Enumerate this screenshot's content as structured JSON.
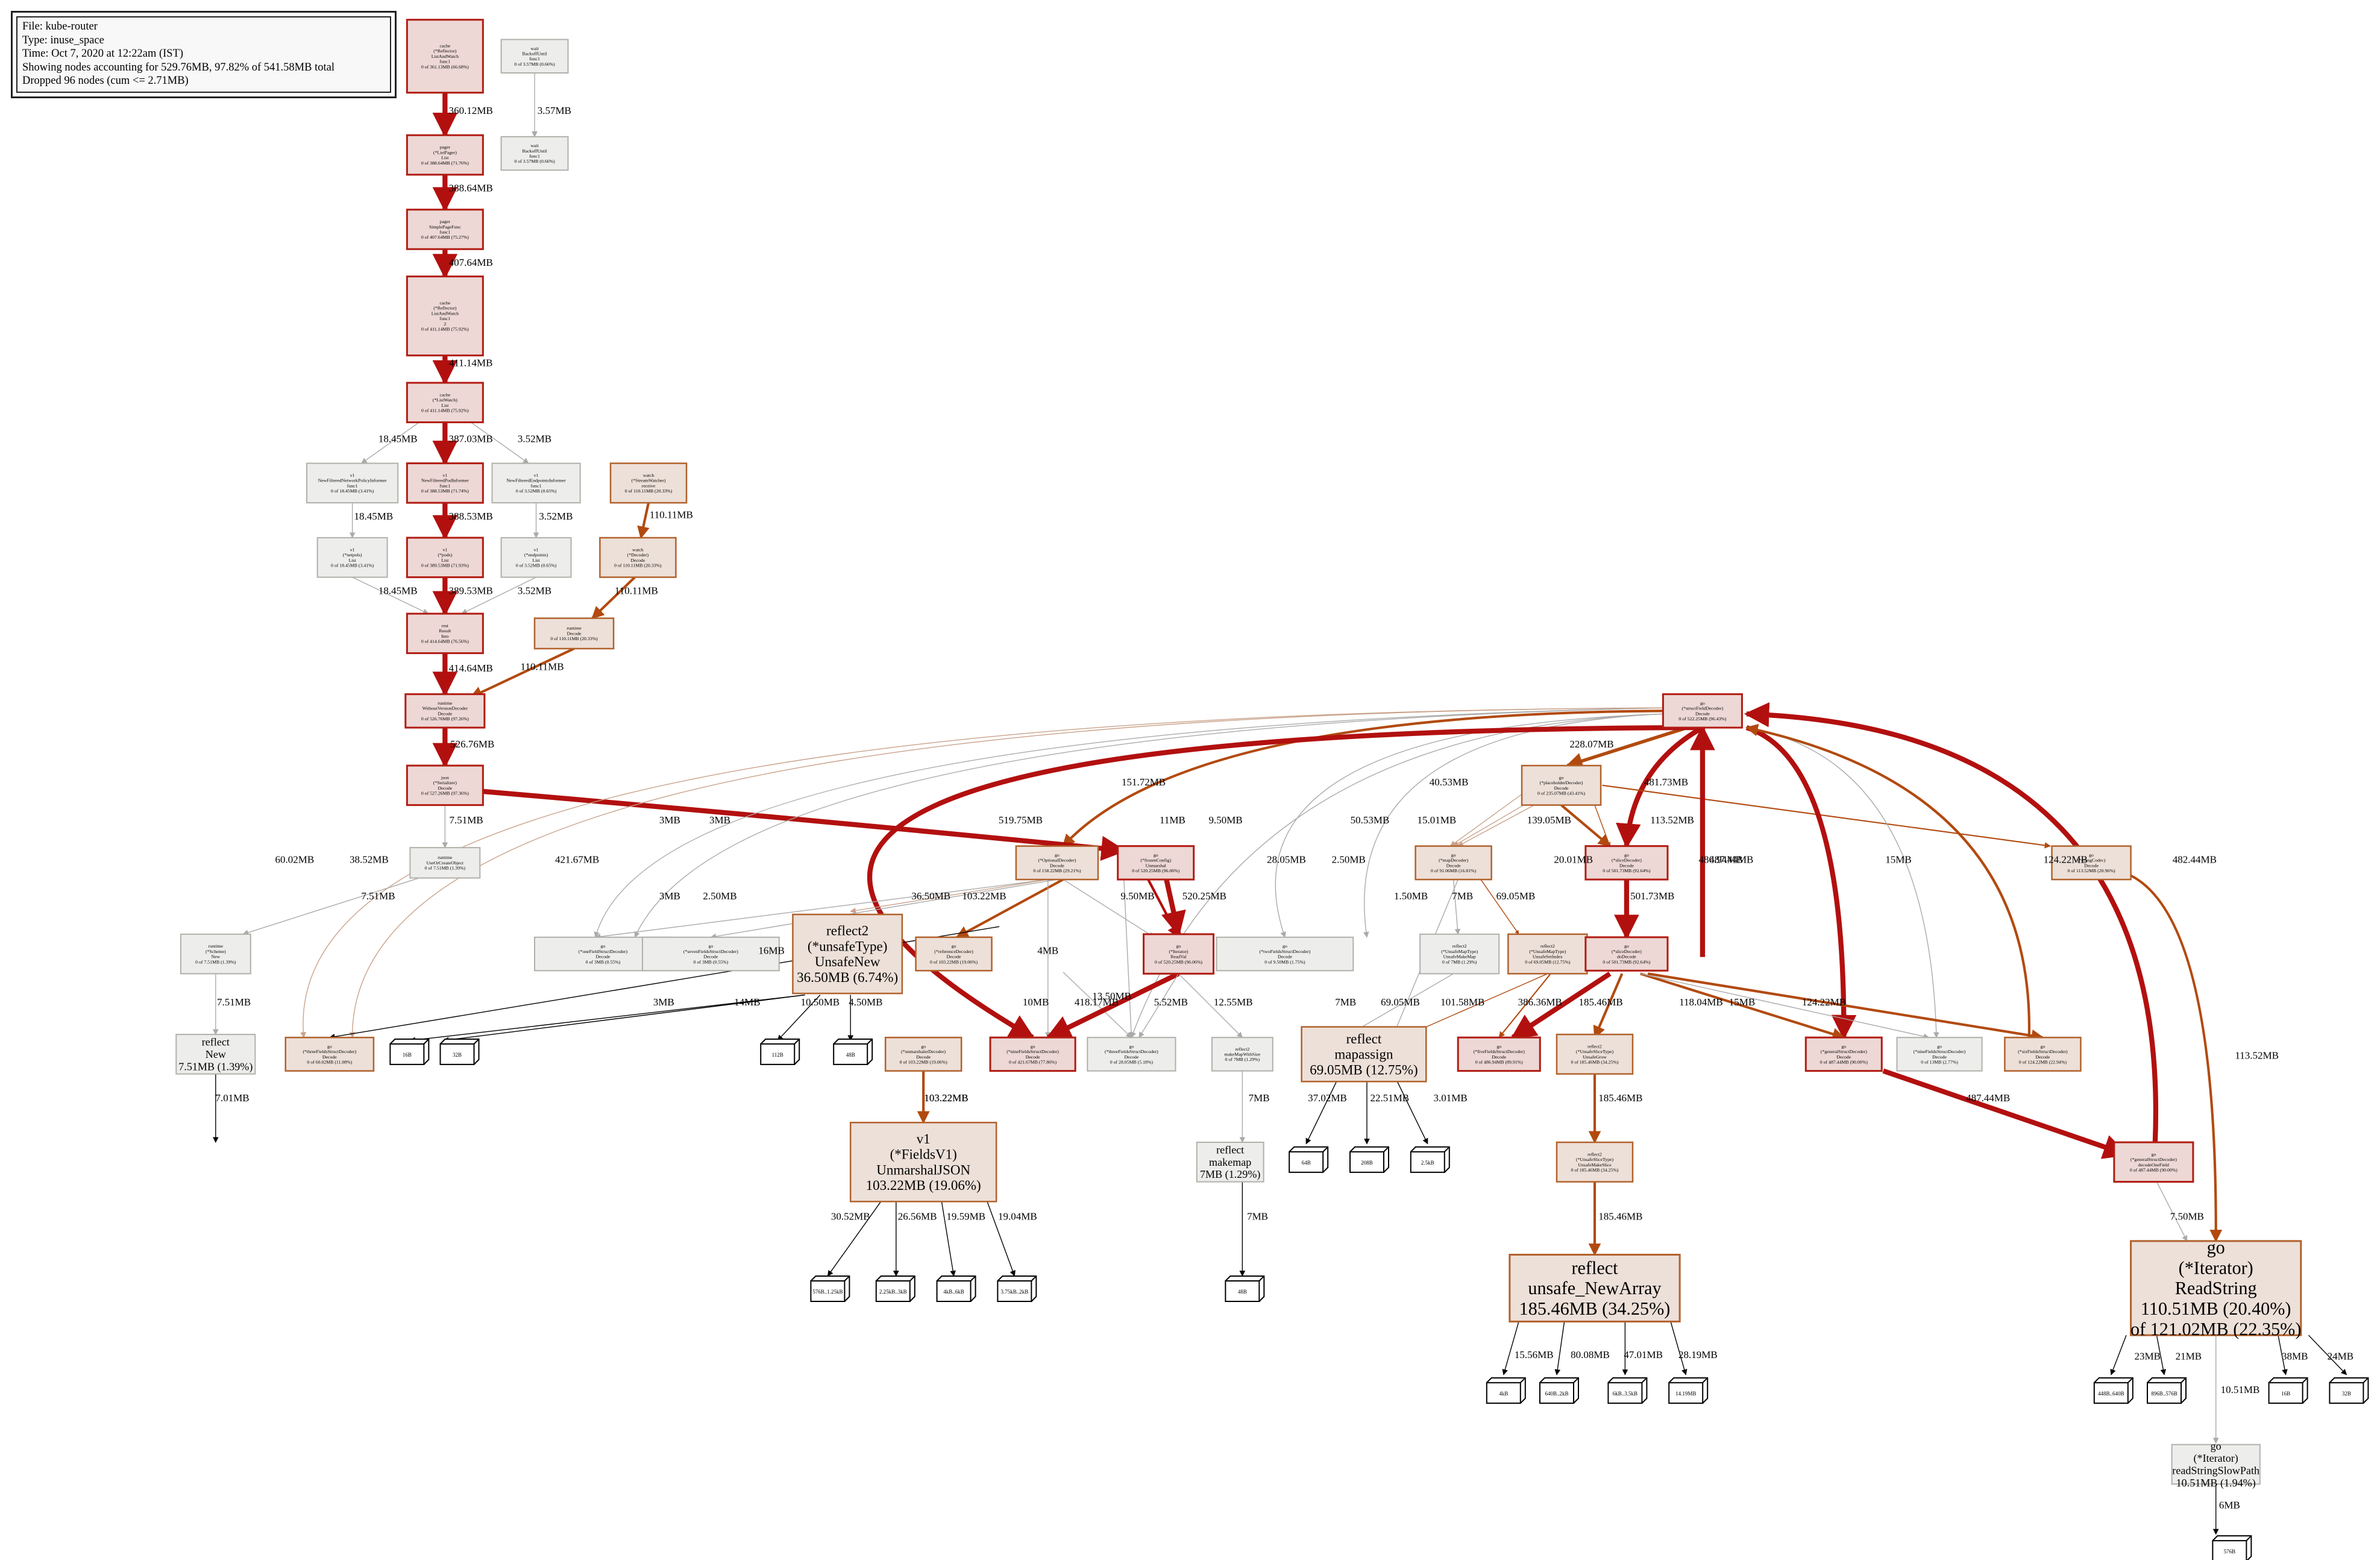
{
  "legend": {
    "file": "File: kube-router",
    "type": "Type: inuse_space",
    "time": "Time: Oct 7, 2020 at 12:22am (IST)",
    "showing": "Showing nodes accounting for 529.76MB, 97.82% of 541.58MB total",
    "dropped": "Dropped 96 nodes (cum <= 2.71MB)"
  },
  "nodes": [
    {
      "id": "listwatch_f1",
      "lines": [
        "cache",
        "(*Reflector)",
        "ListAndWatch",
        "func1",
        "0 of 361.13MB (66.68%)"
      ],
      "style": "hot"
    },
    {
      "id": "pager_list",
      "lines": [
        "pager",
        "(*ListPager)",
        "List",
        "0 of 388.64MB (71.76%)"
      ],
      "style": "hot"
    },
    {
      "id": "pager_simple",
      "lines": [
        "pager",
        "SimplePageFunc",
        "func1",
        "0 of 407.64MB (75.27%)"
      ],
      "style": "hot"
    },
    {
      "id": "listwatch_f1_2",
      "lines": [
        "cache",
        "(*Reflector)",
        "ListAndWatch",
        "func1",
        "2",
        "0 of 411.14MB (75.92%)"
      ],
      "style": "hot"
    },
    {
      "id": "cache_list",
      "lines": [
        "cache",
        "(*ListWatch)",
        "List",
        "0 of 411.14MB (75.92%)"
      ],
      "style": "hot"
    },
    {
      "id": "v1_netpol_f1",
      "lines": [
        "v1",
        "NewFilteredNetworkPolicyInformer",
        "func1",
        "0 of 18.45MB (3.41%)"
      ],
      "style": "grey"
    },
    {
      "id": "v1_pod_f1",
      "lines": [
        "v1",
        "NewFilteredPodInformer",
        "func1",
        "0 of 388.53MB (71.74%)"
      ],
      "style": "hot"
    },
    {
      "id": "v1_endpoints_f1",
      "lines": [
        "v1",
        "NewFilteredEndpointsInformer",
        "func1",
        "0 of 3.52MB (0.65%)"
      ],
      "style": "grey"
    },
    {
      "id": "v1_netpol_list",
      "lines": [
        "v1",
        "(*netpols)",
        "List",
        "0 of 18.45MB (3.41%)"
      ],
      "style": "grey"
    },
    {
      "id": "v1_pods_list",
      "lines": [
        "v1",
        "(*pods)",
        "List",
        "0 of 389.53MB (71.93%)"
      ],
      "style": "hot"
    },
    {
      "id": "v1_endpoints_list",
      "lines": [
        "v1",
        "(*endpoints)",
        "List",
        "0 of 3.52MB (0.65%)"
      ],
      "style": "grey"
    },
    {
      "id": "rest_into",
      "lines": [
        "rest",
        "Result",
        "Into",
        "0 of 414.64MB (76.56%)"
      ],
      "style": "hot"
    },
    {
      "id": "wait_until",
      "lines": [
        "wait",
        "BackoffUntil",
        "func1",
        "0 of 3.57MB (0.66%)"
      ],
      "style": "grey"
    },
    {
      "id": "wait_until2",
      "lines": [
        "wait",
        "BackoffUntil",
        "func1",
        "0 of 3.57MB (0.66%)"
      ],
      "style": "grey"
    },
    {
      "id": "watch_receive",
      "lines": [
        "watch",
        "(*StreamWatcher)",
        "receive",
        "0 of 110.11MB (20.33%)"
      ],
      "style": "warm"
    },
    {
      "id": "watch_decode",
      "lines": [
        "watch",
        "(*Decoder)",
        "Decode",
        "0 of 110.11MB (20.33%)"
      ],
      "style": "warm"
    },
    {
      "id": "runtime_decode",
      "lines": [
        "runtime",
        "Decode",
        "0 of 110.11MB (20.33%)"
      ],
      "style": "warm"
    },
    {
      "id": "runtime_wvd",
      "lines": [
        "runtime",
        "WithoutVersionDecoder",
        "Decode",
        "0 of 526.76MB (97.26%)"
      ],
      "style": "hot"
    },
    {
      "id": "json_decode",
      "lines": [
        "json",
        "(*Serializer)",
        "Decode",
        "0 of 527.26MB (97.36%)"
      ],
      "style": "hot"
    },
    {
      "id": "runtime_ucs",
      "lines": [
        "runtime",
        "UseOrCreateObject",
        "0 of 7.51MB (1.39%)"
      ],
      "style": "grey"
    },
    {
      "id": "runtime_scheme_new",
      "lines": [
        "runtime",
        "(*Scheme)",
        "New",
        "0 of 7.51MB (1.39%)"
      ],
      "style": "grey"
    },
    {
      "id": "reflect_new",
      "lines": [
        "reflect",
        "New",
        "7.51MB (1.39%)"
      ],
      "style": "greybig"
    },
    {
      "id": "go_structfield",
      "lines": [
        "go",
        "(*structFieldDecoder)",
        "Decode",
        "0 of 522.25MB (96.43%)"
      ],
      "style": "hot"
    },
    {
      "id": "go_placeholder",
      "lines": [
        "go",
        "(*placeholderDecoder)",
        "Decode",
        "0 of 235.07MB (43.41%)"
      ],
      "style": "warm"
    },
    {
      "id": "go_optional",
      "lines": [
        "go",
        "(*OptionalDecoder)",
        "Decode",
        "0 of 158.22MB (29.21%)"
      ],
      "style": "warm"
    },
    {
      "id": "go_frozen_unmarshal",
      "lines": [
        "go",
        "(*frozenConfig)",
        "Unmarshal",
        "0 of 520.25MB (96.06%)"
      ],
      "style": "hot"
    },
    {
      "id": "go_slice_decode",
      "lines": [
        "go",
        "(*sliceDecoder)",
        "Decode",
        "0 of 501.73MB (92.64%)"
      ],
      "style": "hot"
    },
    {
      "id": "go_string_codec",
      "lines": [
        "go",
        "(*stringCodec)",
        "Decode",
        "0 of 113.52MB (20.96%)"
      ],
      "style": "warm"
    },
    {
      "id": "go_map_decode",
      "lines": [
        "go",
        "(*mapDecoder)",
        "Decode",
        "0 of 91.06MB (16.81%)"
      ],
      "style": "warm"
    },
    {
      "id": "go_one_field",
      "lines": [
        "go",
        "(*oneFieldStructDecoder)",
        "Decode",
        "0 of 3MB (0.55%)"
      ],
      "style": "grey"
    },
    {
      "id": "go_seven_fields",
      "lines": [
        "go",
        "(*sevenFieldsStructDecoder)",
        "Decode",
        "0 of 3MB (0.55%)"
      ],
      "style": "grey"
    },
    {
      "id": "reflect2_unsafenew",
      "lines": [
        "reflect2",
        "(*unsafeType)",
        "UnsafeNew",
        "36.50MB (6.74%)"
      ],
      "style": "warmbig"
    },
    {
      "id": "go_ref_decode",
      "lines": [
        "go",
        "(*referenceDecoder)",
        "Decode",
        "0 of 103.22MB (19.06%)"
      ],
      "style": "warm"
    },
    {
      "id": "go_iter_readval",
      "lines": [
        "go",
        "(*Iterator)",
        "ReadVal",
        "0 of 520.25MB (96.06%)"
      ],
      "style": "hot"
    },
    {
      "id": "go_two_fields",
      "lines": [
        "go",
        "(*twoFieldsStructDecoder)",
        "Decode",
        "0 of 9.50MB (1.75%)"
      ],
      "style": "grey"
    },
    {
      "id": "reflect2_mapmake",
      "lines": [
        "reflect2",
        "(*UnsafeMapType)",
        "UnsafeMakeMap",
        "0 of 7MB (1.29%)"
      ],
      "style": "grey"
    },
    {
      "id": "reflect2_mapindex",
      "lines": [
        "reflect2",
        "(*UnsafeMapType)",
        "UnsafeSetIndex",
        "0 of 69.05MB (12.75%)"
      ],
      "style": "warm"
    },
    {
      "id": "go_array_decode",
      "lines": [
        "go",
        "(*sliceDecoder)",
        "doDecode",
        "0 of 501.73MB (92.64%)"
      ],
      "style": "hot"
    },
    {
      "id": "go_three_fields",
      "lines": [
        "go",
        "(*threeFieldsStructDecoder)",
        "Decode",
        "0 of 60.02MB (11.08%)"
      ],
      "style": "warm"
    },
    {
      "id": "go_unmarshaler",
      "lines": [
        "go",
        "(*unmarshalerDecoder)",
        "Decode",
        "0 of 103.22MB (19.06%)"
      ],
      "style": "warm"
    },
    {
      "id": "go_nine_fields",
      "lines": [
        "go",
        "(*nineFieldsStructDecoder)",
        "Decode",
        "0 of 421.67MB (77.86%)"
      ],
      "style": "hot"
    },
    {
      "id": "go_three_fields2",
      "lines": [
        "go",
        "(*threeFieldsStructDecoder)",
        "Decode",
        "0 of 28.05MB (5.18%)"
      ],
      "style": "grey"
    },
    {
      "id": "reflect2_makemapwithsize",
      "lines": [
        "reflect2",
        "makeMapWithSize",
        "0 of 7MB (1.29%)"
      ],
      "style": "grey"
    },
    {
      "id": "reflect_mapassign",
      "lines": [
        "reflect",
        "mapassign",
        "69.05MB (12.75%)"
      ],
      "style": "warmbig"
    },
    {
      "id": "go_five_fields",
      "lines": [
        "go",
        "(*fiveFieldsStructDecoder)",
        "Decode",
        "0 of 486.94MB (89.91%)"
      ],
      "style": "hot"
    },
    {
      "id": "reflect2_slicegrow",
      "lines": [
        "reflect2",
        "(*UnsafeSliceType)",
        "UnsafeGrow",
        "0 of 185.46MB (34.25%)"
      ],
      "style": "warm"
    },
    {
      "id": "go_general_struct",
      "lines": [
        "go",
        "(*generalStructDecoder)",
        "Decode",
        "0 of 487.44MB (90.00%)"
      ],
      "style": "hot"
    },
    {
      "id": "go_nine_fields2",
      "lines": [
        "go",
        "(*nineFieldsStructDecoder)",
        "Decode",
        "0 of 13MB (2.77%)"
      ],
      "style": "grey"
    },
    {
      "id": "go_six_fields",
      "lines": [
        "go",
        "(*sixFieldsStructDecoder)",
        "Decode",
        "0 of 124.22MB (22.94%)"
      ],
      "style": "warm"
    },
    {
      "id": "v1_unmarshaljson",
      "lines": [
        "v1",
        "(*FieldsV1)",
        "UnmarshalJSON",
        "103.22MB (19.06%)"
      ],
      "style": "warmbig"
    },
    {
      "id": "reflect_makemap",
      "lines": [
        "reflect",
        "makemap",
        "7MB (1.29%)"
      ],
      "style": "greybig"
    },
    {
      "id": "reflect2_slicemake",
      "lines": [
        "reflect2",
        "(*UnsafeSliceType)",
        "UnsafeMakeSlice",
        "0 of 185.46MB (34.25%)"
      ],
      "style": "warm"
    },
    {
      "id": "go_decodeonefield",
      "lines": [
        "go",
        "(*generalStructDecoder)",
        "decodeOneField",
        "0 of 487.44MB (90.00%)"
      ],
      "style": "hot"
    },
    {
      "id": "reflect_unsafe_newarray",
      "lines": [
        "reflect",
        "unsafe_NewArray",
        "185.46MB (34.25%)"
      ],
      "style": "warmhuge"
    },
    {
      "id": "go_readstring",
      "lines": [
        "go",
        "(*Iterator)",
        "ReadString",
        "110.51MB (20.40%)",
        "of 121.02MB (22.35%)"
      ],
      "style": "warmhuge"
    },
    {
      "id": "go_readstringslow",
      "lines": [
        "go",
        "(*Iterator)",
        "readStringSlowPath",
        "10.51MB (1.94%)"
      ],
      "style": "greybig"
    }
  ],
  "edge_labels": [
    "360.12MB",
    "388.64MB",
    "407.64MB",
    "411.14MB",
    "18.45MB",
    "387.03MB",
    "3.52MB",
    "18.45MB",
    "388.53MB",
    "3.52MB",
    "18.45MB",
    "389.53MB",
    "3.52MB",
    "414.64MB",
    "3.57MB",
    "110.11MB",
    "110.11MB",
    "110.11MB",
    "526.76MB",
    "7.51MB",
    "7.51MB",
    "7.51MB",
    "7.01MB",
    "228.07MB",
    "481.73MB",
    "151.72MB",
    "519.75MB",
    "3MB",
    "3MB",
    "9.50MB",
    "28.05MB",
    "2.50MB",
    "421.67MB",
    "60.02MB",
    "38.52MB",
    "11MB",
    "50.53MB",
    "15.01MB",
    "139.05MB",
    "20.01MB",
    "40.53MB",
    "113.52MB",
    "486.94MB",
    "487.44MB",
    "15MB",
    "124.22MB",
    "482.44MB",
    "501.73MB",
    "3MB",
    "2.50MB",
    "36.50MB",
    "103.22MB",
    "9.50MB",
    "520.25MB",
    "16MB",
    "4MB",
    "13.50MB",
    "1.50MB",
    "7MB",
    "69.05MB",
    "3MB",
    "14MB",
    "10.50MB",
    "4.50MB",
    "10MB",
    "418.17MB",
    "5.52MB",
    "12.55MB",
    "7MB",
    "69.05MB",
    "101.58MB",
    "386.36MB",
    "185.46MB",
    "118.04MB",
    "15MB",
    "124.22MB",
    "103.22MB",
    "7MB",
    "37.02MB",
    "22.51MB",
    "3.01MB",
    "185.46MB",
    "487.44MB",
    "113.52MB",
    "103.22MB",
    "30.52MB",
    "26.56MB",
    "19.59MB",
    "19.04MB",
    "7MB",
    "185.46MB",
    "7.50MB",
    "15.56MB",
    "80.08MB",
    "47.01MB",
    "28.19MB",
    "23MB",
    "21MB",
    "38MB",
    "24MB",
    "10.51MB",
    "6MB"
  ],
  "leaf_labels": [
    "16B",
    "32B",
    "112B",
    "48B",
    "64B",
    "208B",
    "2.5kB",
    "48B",
    "576B..1.25kB",
    "2.25kB..3kB",
    "4kB..6kB",
    "3.75kB..2kB",
    "4kB",
    "640B..2kB",
    "6kB..3.5kB",
    "14.19MB",
    "448B..640B",
    "896B..576B",
    "16B",
    "32B",
    "576B"
  ]
}
